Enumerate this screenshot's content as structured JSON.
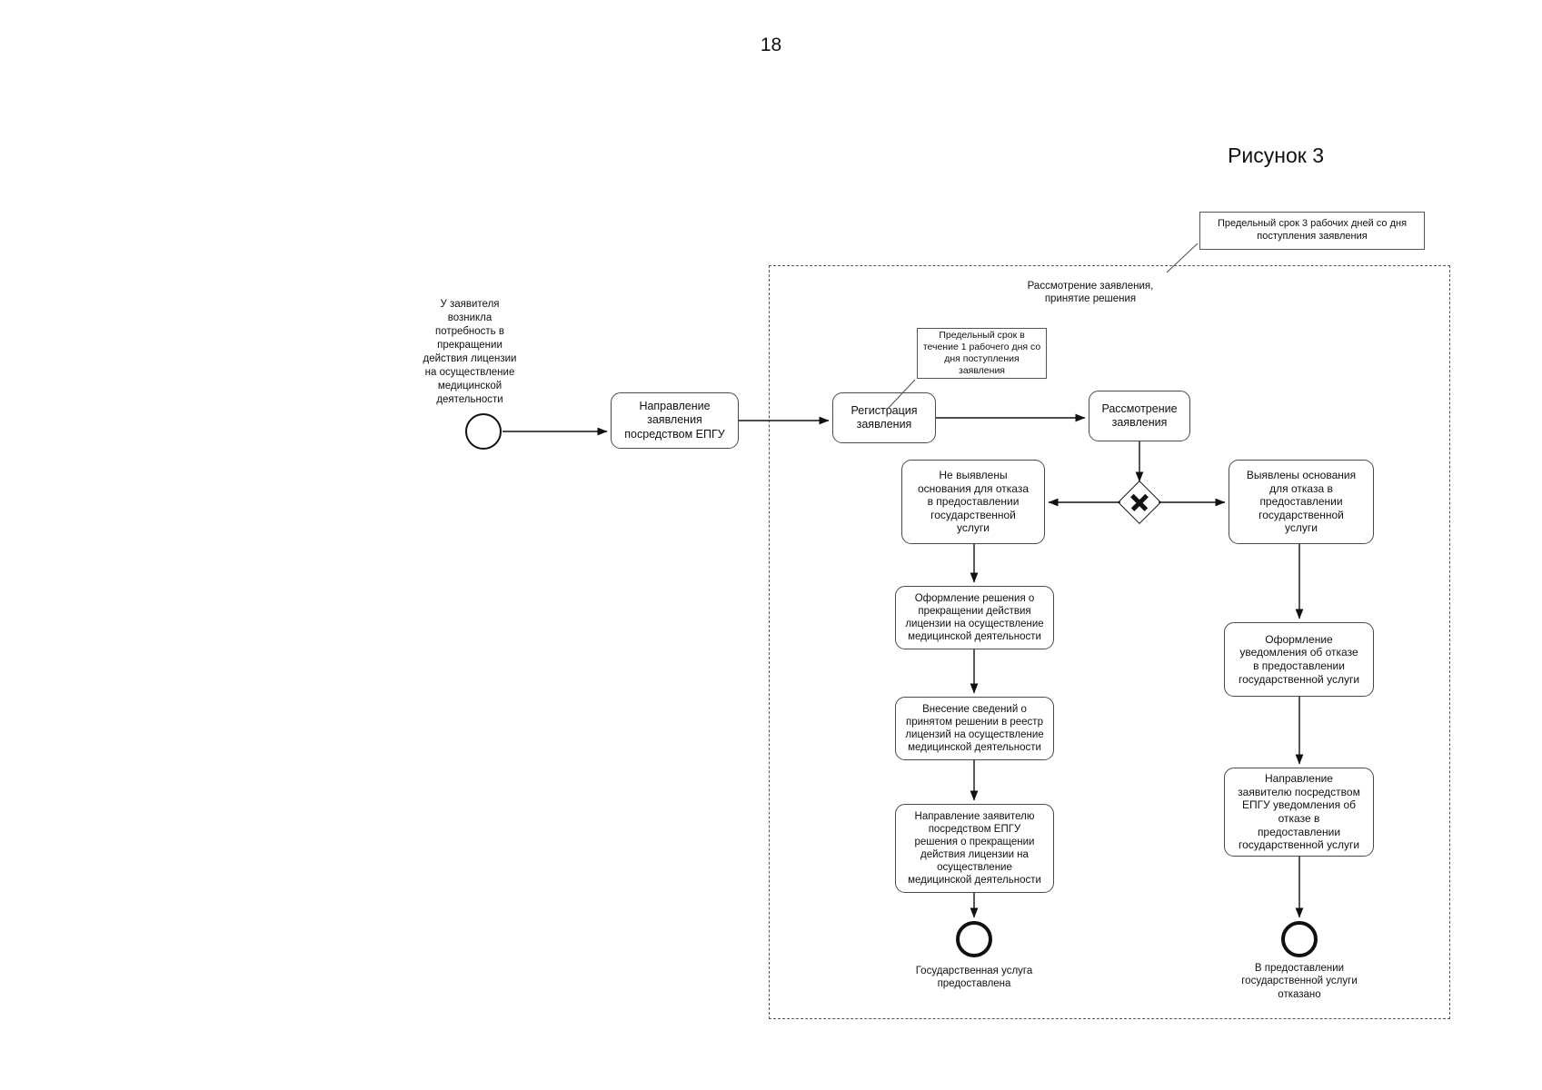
{
  "page": {
    "number": "18",
    "figure_caption": "Рисунок 3"
  },
  "lane": {
    "title": "Рассмотрение заявления,\nпринятие решения"
  },
  "notes": [
    {
      "id": "note-deadline-3-days",
      "text": "Предельный срок 3 рабочих дней со дня\nпоступления заявления"
    },
    {
      "id": "note-deadline-1-day",
      "text": "Предельный срок в\nтечение 1 рабочего дня со\nдня поступления\nзаявления"
    }
  ],
  "start_event": {
    "label": "У заявителя\nвозникла\nпотребность в\nпрекращении\nдействия лицензии\nна осуществление\nмедицинской\nдеятельности"
  },
  "tasks": [
    {
      "id": "task-send-application",
      "text": "Направление\nзаявления\nпосредством ЕПГУ"
    },
    {
      "id": "task-register-application",
      "text": "Регистрация\nзаявления"
    },
    {
      "id": "task-review-application",
      "text": "Рассмотрение\nзаявления"
    },
    {
      "id": "task-no-grounds-for-refusal",
      "text": "Не выявлены\nоснования для отказа\nв предоставлении\nгосударственной\nуслуги"
    },
    {
      "id": "task-grounds-for-refusal",
      "text": "Выявлены основания\nдля отказа в\nпредоставлении\nгосударственной\nуслуги"
    },
    {
      "id": "task-issue-decision",
      "text": "Оформление решения о\nпрекращении действия\nлицензии на осуществление\nмедицинской деятельности"
    },
    {
      "id": "task-register-in-registry",
      "text": "Внесение сведений о\nпринятом решении в реестр\nлицензий на осуществление\nмедицинской деятельности"
    },
    {
      "id": "task-send-decision-to-applicant",
      "text": "Направление заявителю\nпосредством ЕПГУ\nрешения о прекращении\nдействия лицензии на\nосуществление\nмедицинской деятельности"
    },
    {
      "id": "task-issue-refusal-notice",
      "text": "Оформление\nуведомления об отказе\nв предоставлении\nгосударственной услуги"
    },
    {
      "id": "task-send-refusal-to-applicant",
      "text": "Направление\nзаявителю посредством\nЕПГУ уведомления об\nотказе в\nпредоставлении\nгосударственной услуги"
    }
  ],
  "gateway": {
    "id": "exclusive-gateway",
    "type": "exclusive"
  },
  "end_events": [
    {
      "id": "end-service-provided",
      "label": "Государственная услуга\nпредоставлена"
    },
    {
      "id": "end-service-refused",
      "label": "В предоставлении\nгосударственной услуги\nотказано"
    }
  ]
}
